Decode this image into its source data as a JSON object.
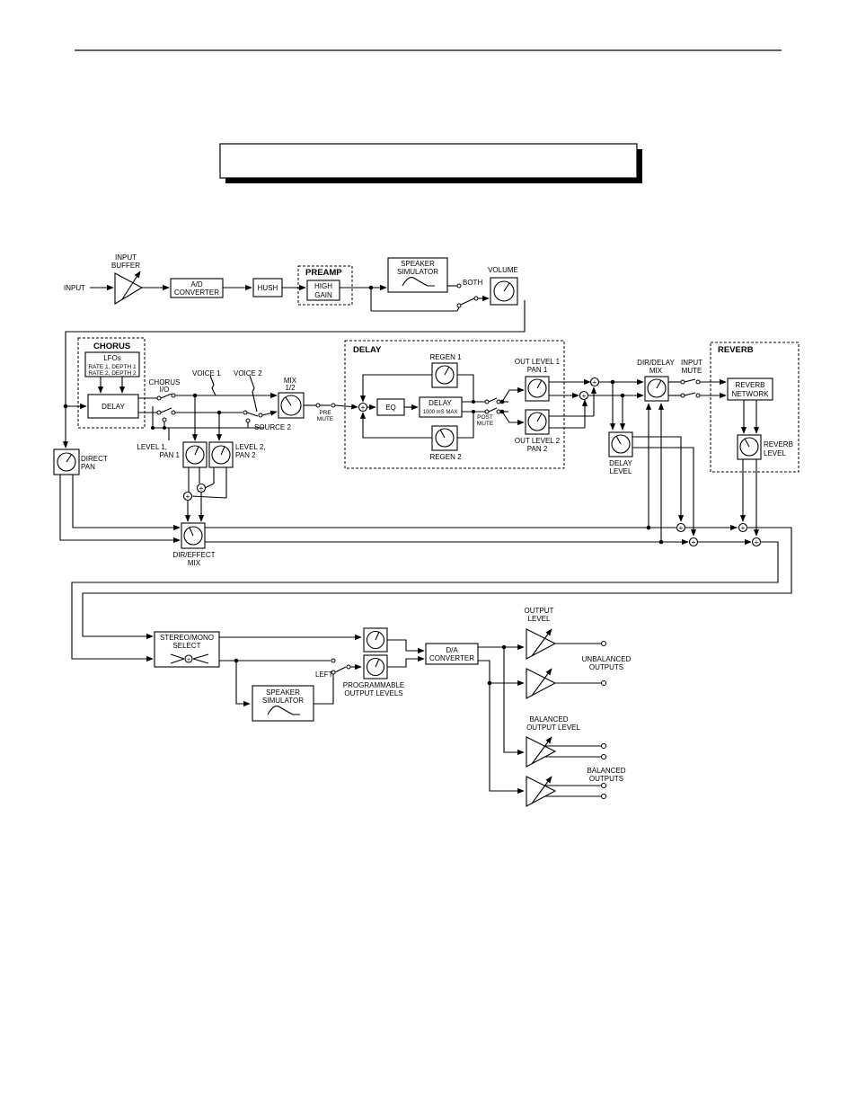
{
  "title_box": {
    "text": ""
  },
  "input": {
    "input_label": "INPUT",
    "buffer_label": [
      "INPUT",
      "BUFFER"
    ],
    "ad_converter": [
      "A/D",
      "CONVERTER"
    ],
    "hush": "HUSH",
    "preamp_title": "PREAMP",
    "high_gain": [
      "HIGH",
      "GAIN"
    ],
    "speaker_simulator": [
      "SPEAKER",
      "SIMULATOR"
    ],
    "both": "BOTH",
    "volume": "VOLUME"
  },
  "chorus": {
    "title": "CHORUS",
    "lfos": [
      "LFOs",
      "RATE 1, DEPTH 1",
      "RATE 2, DEPTH 2"
    ],
    "delay": "DELAY",
    "chorus_io": [
      "CHORUS",
      "I/O"
    ],
    "voice1": "VOICE 1",
    "voice2": "VOICE 2",
    "source2": "SOURCE 2",
    "mix12": [
      "MIX",
      "1/2"
    ],
    "pre_mute": [
      "PRE",
      "MUTE"
    ],
    "level1": [
      "LEVEL 1,",
      "PAN 1"
    ],
    "level2": [
      "LEVEL 2,",
      "PAN 2"
    ],
    "direct_pan": [
      "DIRECT",
      "PAN"
    ],
    "dir_effect_mix": [
      "DIR/EFFECT",
      "MIX"
    ]
  },
  "delay": {
    "title": "DELAY",
    "regen1": "REGEN 1",
    "regen2": "REGEN 2",
    "eq": "EQ",
    "delay_box": [
      "DELAY",
      "1000 mS MAX"
    ],
    "post_mute": [
      "POST",
      "MUTE"
    ],
    "out_level1": [
      "OUT LEVEL 1",
      "PAN 1"
    ],
    "out_level2": [
      "OUT LEVEL 2",
      "PAN 2"
    ],
    "dir_delay_mix": [
      "DIR/DELAY",
      "MIX"
    ],
    "delay_level": [
      "DELAY",
      "LEVEL"
    ],
    "input_mute": [
      "INPUT",
      "MUTE"
    ]
  },
  "reverb": {
    "title": "REVERB",
    "network": [
      "REVERB",
      "NETWORK"
    ],
    "level": [
      "REVERB",
      "LEVEL"
    ]
  },
  "output": {
    "stereo_mono": [
      "STEREO/MONO",
      "SELECT"
    ],
    "left": "LEFT",
    "speaker_simulator": [
      "SPEAKER",
      "SIMULATOR"
    ],
    "programmable": [
      "PROGRAMMABLE",
      "OUTPUT LEVELS"
    ],
    "da_converter": [
      "D/A",
      "CONVERTER"
    ],
    "output_level": [
      "OUTPUT",
      "LEVEL"
    ],
    "unbalanced": [
      "UNBALANCED",
      "OUTPUTS"
    ],
    "balanced_level": [
      "BALANCED",
      "OUTPUT  LEVEL"
    ],
    "balanced_outputs": [
      "BALANCED",
      "OUTPUTS"
    ]
  }
}
